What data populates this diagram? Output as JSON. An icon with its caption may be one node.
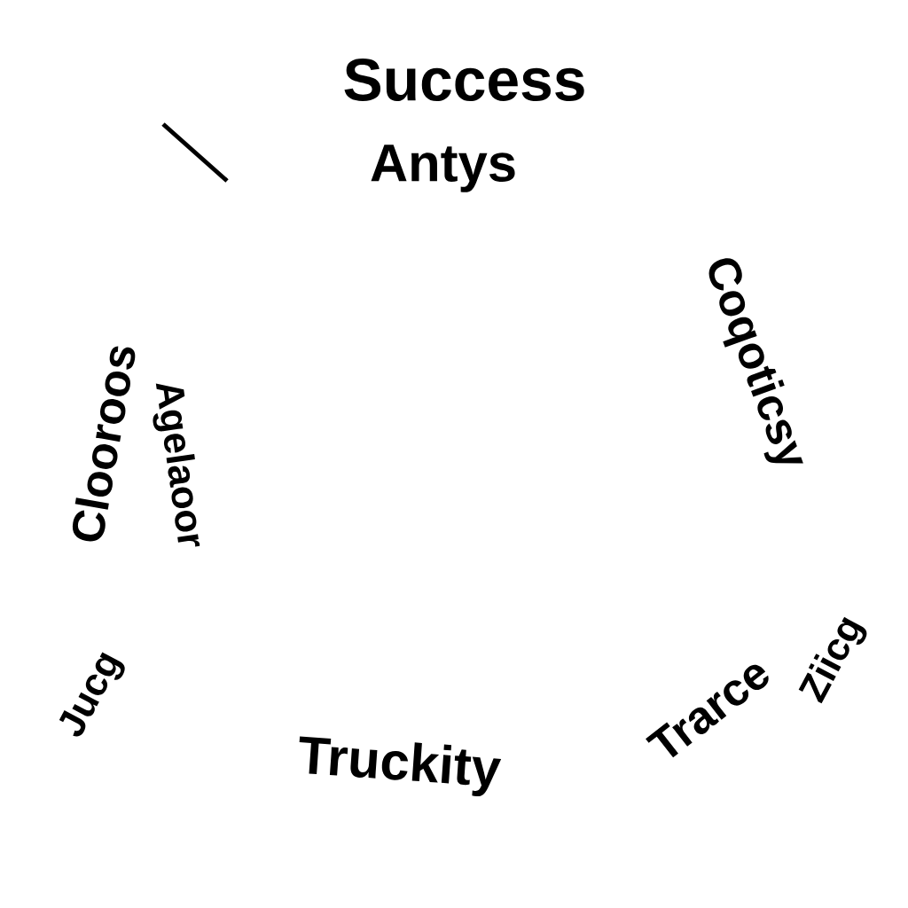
{
  "diagram": {
    "labels": [
      "Success",
      "Antys",
      "Coqoticsy",
      "Clooroos",
      "Agelaoor",
      "Jucg",
      "Truckity",
      "Trarce",
      "Ziicg"
    ]
  }
}
